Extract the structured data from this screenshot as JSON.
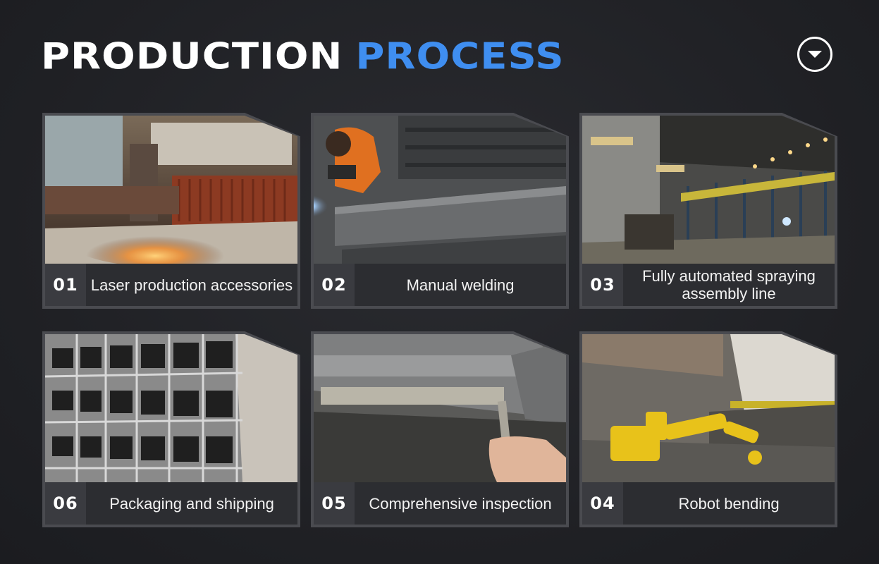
{
  "header": {
    "title_white": "PRODUCTION",
    "title_blue": "PROCESS",
    "accent_color": "#3f8ef0",
    "toggle_icon": "chevron-down-circle-icon"
  },
  "cards": [
    {
      "number": "01",
      "label": "Laser production accessories",
      "photo": "laser-cutting-photo"
    },
    {
      "number": "02",
      "label": "Manual welding",
      "photo": "manual-welding-photo"
    },
    {
      "number": "03",
      "label": "Fully automated spraying assembly line",
      "photo": "spraying-line-photo"
    },
    {
      "number": "06",
      "label": "Packaging and shipping",
      "photo": "packaging-photo"
    },
    {
      "number": "05",
      "label": "Comprehensive inspection",
      "photo": "inspection-photo"
    },
    {
      "number": "04",
      "label": "Robot bending",
      "photo": "robot-bending-photo"
    }
  ]
}
